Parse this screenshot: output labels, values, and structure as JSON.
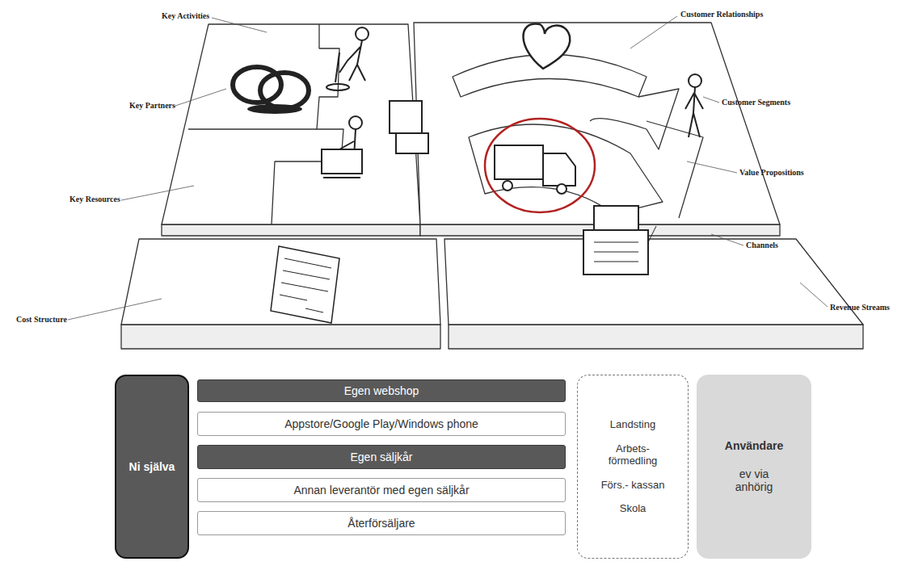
{
  "diagram": {
    "nodes": [
      {
        "text": [
          "Ni själva"
        ]
      },
      {
        "text": [
          "Egen webshop"
        ]
      },
      {
        "text": [
          "Appstore/Google Play/Windows phone"
        ]
      },
      {
        "text": [
          "Egen säljkår"
        ]
      },
      {
        "text": [
          "Annan leverantör med egen säljkår"
        ]
      },
      {
        "text": [
          "Återförsäljare"
        ]
      },
      {
        "text": [
          "Landsting",
          "Arbets- förmedling",
          "Förs.- kassan",
          "Skola"
        ]
      },
      {
        "text": [
          "Användare",
          "ev via anhörig"
        ]
      }
    ],
    "labels": [
      "Key Activities",
      "Key Partners",
      "Key Resources",
      "Cost Structure",
      "Customer Relationships",
      "Customer Segments",
      "Value Propositions",
      "Channels",
      "Revenue Streams"
    ]
  }
}
